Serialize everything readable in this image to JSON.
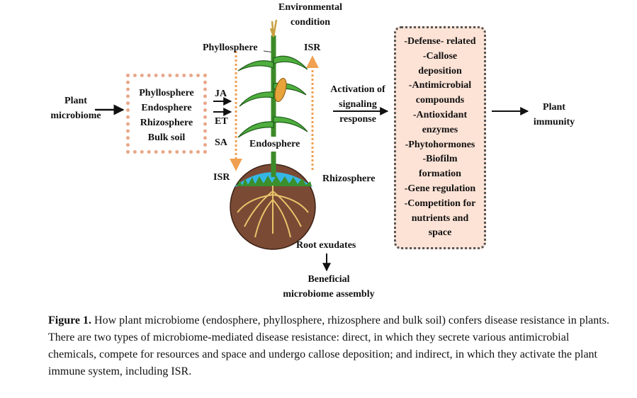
{
  "diagram": {
    "left_input": [
      "Plant",
      "microbiome"
    ],
    "soil_box_items": [
      "Phyllosphere",
      "Endosphere",
      "Rhizosphere",
      "Bulk soil"
    ],
    "signals": [
      "JA",
      "ET",
      "SA"
    ],
    "environmental": [
      "Environmental",
      "condition"
    ],
    "phyllosphere_label": "Phyllosphere",
    "isr_top": "ISR",
    "isr_left": "ISR",
    "endosphere_label": "Endosphere",
    "rhizosphere_label": "Rhizosphere",
    "root_exudates": "Root exudates",
    "beneficial": [
      "Beneficial",
      "microbiome assembly"
    ],
    "activation": [
      "Activation of",
      "signaling",
      "response"
    ],
    "defense_items": [
      "-Defense- related",
      "-Callose",
      "deposition",
      "-Antimicrobial",
      "compounds",
      "-Antioxidant",
      "enzymes",
      "-Phytohormones",
      "-Biofilm",
      "formation",
      "-Gene regulation",
      "-Competition for",
      "nutrients and",
      "space"
    ],
    "output": [
      "Plant",
      "immunity"
    ],
    "colors": {
      "soil": "#7b4a35",
      "leaf": "#4fae3e",
      "leaf_edge": "#1f5c1a",
      "water": "#35b6e4",
      "isr_arrow": "#f0a050",
      "defense_fill": "#fde3d6",
      "soil_box_border": "#e8a88a"
    }
  },
  "caption": {
    "label": "Figure 1.",
    "text": "How plant microbiome (endosphere, phyllosphere, rhizosphere and bulk soil) confers disease resistance in plants. There are two types of microbiome-mediated disease resistance: direct, in which they secrete various antimicrobial chemicals, compete for resources and space and undergo callose deposition; and indirect, in which they activate the plant immune system, including ISR."
  }
}
